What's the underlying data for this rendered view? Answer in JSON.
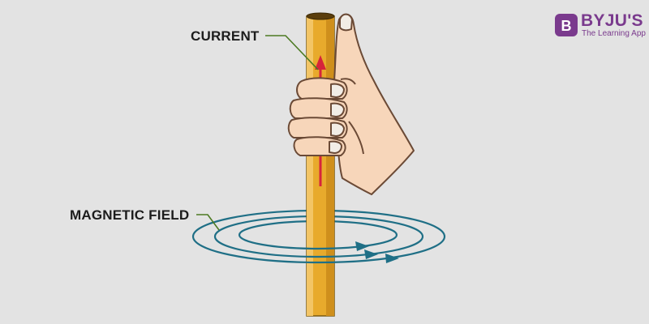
{
  "labels": {
    "current": "CURRENT",
    "magnetic_field": "MAGNETIC FIELD"
  },
  "brand": {
    "name": "BYJU'S",
    "tagline": "The Learning App",
    "mark_letter": "B"
  },
  "colors": {
    "background": "#e3e3e3",
    "conductor": "#e8aa2c",
    "current_arrow": "#d6243b",
    "field_lines": "#1f6f86",
    "leader_lines": "#4c7a22",
    "hand": "#f7d6ba",
    "brand": "#7a3a8d"
  }
}
